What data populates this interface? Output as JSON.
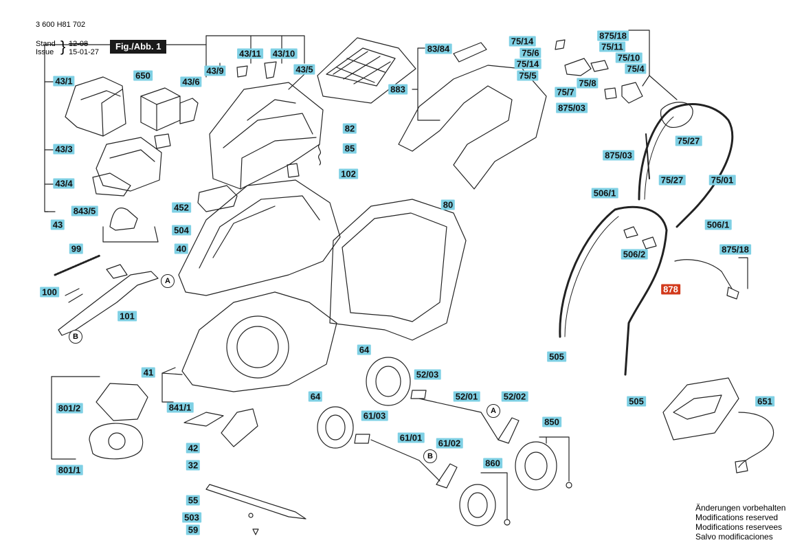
{
  "header": {
    "doc_number": "3 600 H81 702",
    "stand_label": "Stand",
    "stand_date": "12-08",
    "issue_label": "Issue",
    "issue_date": "15-01-27",
    "figure_label": "Fig./Abb. 1"
  },
  "callouts": {
    "a": "A",
    "b": "B"
  },
  "part_tags": [
    {
      "key": "43_1",
      "label": "43/1"
    },
    {
      "key": "650",
      "label": "650"
    },
    {
      "key": "43_6",
      "label": "43/6"
    },
    {
      "key": "43_9",
      "label": "43/9"
    },
    {
      "key": "43_11",
      "label": "43/11"
    },
    {
      "key": "43_10",
      "label": "43/10"
    },
    {
      "key": "43_5",
      "label": "43/5"
    },
    {
      "key": "43_3",
      "label": "43/3"
    },
    {
      "key": "43_4",
      "label": "43/4"
    },
    {
      "key": "843_5",
      "label": "843/5"
    },
    {
      "key": "43",
      "label": "43"
    },
    {
      "key": "82",
      "label": "82"
    },
    {
      "key": "85",
      "label": "85"
    },
    {
      "key": "102",
      "label": "102"
    },
    {
      "key": "83_84",
      "label": "83/84"
    },
    {
      "key": "883",
      "label": "883"
    },
    {
      "key": "452",
      "label": "452"
    },
    {
      "key": "504",
      "label": "504"
    },
    {
      "key": "40",
      "label": "40"
    },
    {
      "key": "80",
      "label": "80"
    },
    {
      "key": "99",
      "label": "99"
    },
    {
      "key": "100",
      "label": "100"
    },
    {
      "key": "101",
      "label": "101"
    },
    {
      "key": "41",
      "label": "41"
    },
    {
      "key": "801_2",
      "label": "801/2"
    },
    {
      "key": "841_1",
      "label": "841/1"
    },
    {
      "key": "801_1",
      "label": "801/1"
    },
    {
      "key": "42",
      "label": "42"
    },
    {
      "key": "32",
      "label": "32"
    },
    {
      "key": "55",
      "label": "55"
    },
    {
      "key": "503",
      "label": "503"
    },
    {
      "key": "59",
      "label": "59"
    },
    {
      "key": "64a",
      "label": "64"
    },
    {
      "key": "52_03",
      "label": "52/03"
    },
    {
      "key": "64b",
      "label": "64"
    },
    {
      "key": "52_01",
      "label": "52/01"
    },
    {
      "key": "52_02",
      "label": "52/02"
    },
    {
      "key": "61_03",
      "label": "61/03"
    },
    {
      "key": "61_01",
      "label": "61/01"
    },
    {
      "key": "61_02",
      "label": "61/02"
    },
    {
      "key": "850",
      "label": "850"
    },
    {
      "key": "860",
      "label": "860"
    },
    {
      "key": "75_14a",
      "label": "75/14"
    },
    {
      "key": "75_6",
      "label": "75/6"
    },
    {
      "key": "75_14b",
      "label": "75/14"
    },
    {
      "key": "75_5",
      "label": "75/5"
    },
    {
      "key": "875_18a",
      "label": "875/18"
    },
    {
      "key": "75_11",
      "label": "75/11"
    },
    {
      "key": "75_10",
      "label": "75/10"
    },
    {
      "key": "75_4",
      "label": "75/4"
    },
    {
      "key": "75_8",
      "label": "75/8"
    },
    {
      "key": "75_7",
      "label": "75/7"
    },
    {
      "key": "875_03a",
      "label": "875/03"
    },
    {
      "key": "75_27a",
      "label": "75/27"
    },
    {
      "key": "875_03b",
      "label": "875/03"
    },
    {
      "key": "75_27b",
      "label": "75/27"
    },
    {
      "key": "75_01",
      "label": "75/01"
    },
    {
      "key": "506_1a",
      "label": "506/1"
    },
    {
      "key": "506_1b",
      "label": "506/1"
    },
    {
      "key": "506_2",
      "label": "506/2"
    },
    {
      "key": "875_18b",
      "label": "875/18"
    },
    {
      "key": "878",
      "label": "878",
      "highlight": true
    },
    {
      "key": "505a",
      "label": "505"
    },
    {
      "key": "505b",
      "label": "505"
    },
    {
      "key": "651",
      "label": "651"
    }
  ],
  "notes": [
    "Änderungen vorbehalten",
    "Modifications reserved",
    "Modifications reservees",
    "Salvo modificaciones"
  ],
  "colors": {
    "tag": "#7fd0e4",
    "highlight_tag": "#d23a1c",
    "line": "#222222"
  }
}
